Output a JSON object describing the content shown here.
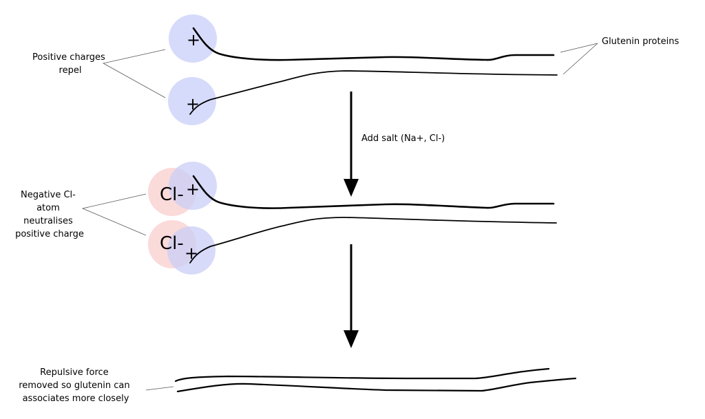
{
  "labels": {
    "positive_charges": [
      "Positive charges",
      "repel"
    ],
    "glutenin": "Glutenin proteins",
    "add_salt": "Add salt (Na+, Cl-)",
    "negative_cl": [
      "Negative Cl-",
      "atom",
      "neutralises",
      "positive charge"
    ],
    "repulsive": [
      "Repulsive force",
      "removed so glutenin can",
      "associates more closely"
    ]
  },
  "symbols": {
    "plus": "+",
    "chloride": "Cl-"
  },
  "colors": {
    "positive_circle": "#d6dbfb",
    "negative_circle": "#fbd6d6",
    "stroke": "#000000"
  }
}
